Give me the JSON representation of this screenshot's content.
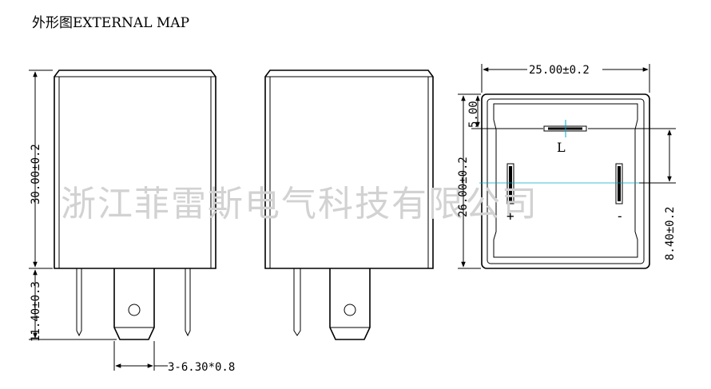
{
  "title": "外形图EXTERNAL MAP",
  "watermark": "浙江菲雷斯电气科技有限公司",
  "dimensions": {
    "height_body": "30.00±0.2",
    "pin_length": "11.40±0.3",
    "pin_spec": "3-6.30*0.8",
    "width_top": "25.00±0.2",
    "inner_offset": "5.00",
    "depth": "26.00±0.2",
    "pin_spacing": "8.40±0.2"
  },
  "terminals": {
    "load": "L",
    "positive": "+",
    "negative": "-"
  },
  "colors": {
    "line": "#000000",
    "watermark": "#d2d2d2",
    "accent": "#00aacc"
  }
}
